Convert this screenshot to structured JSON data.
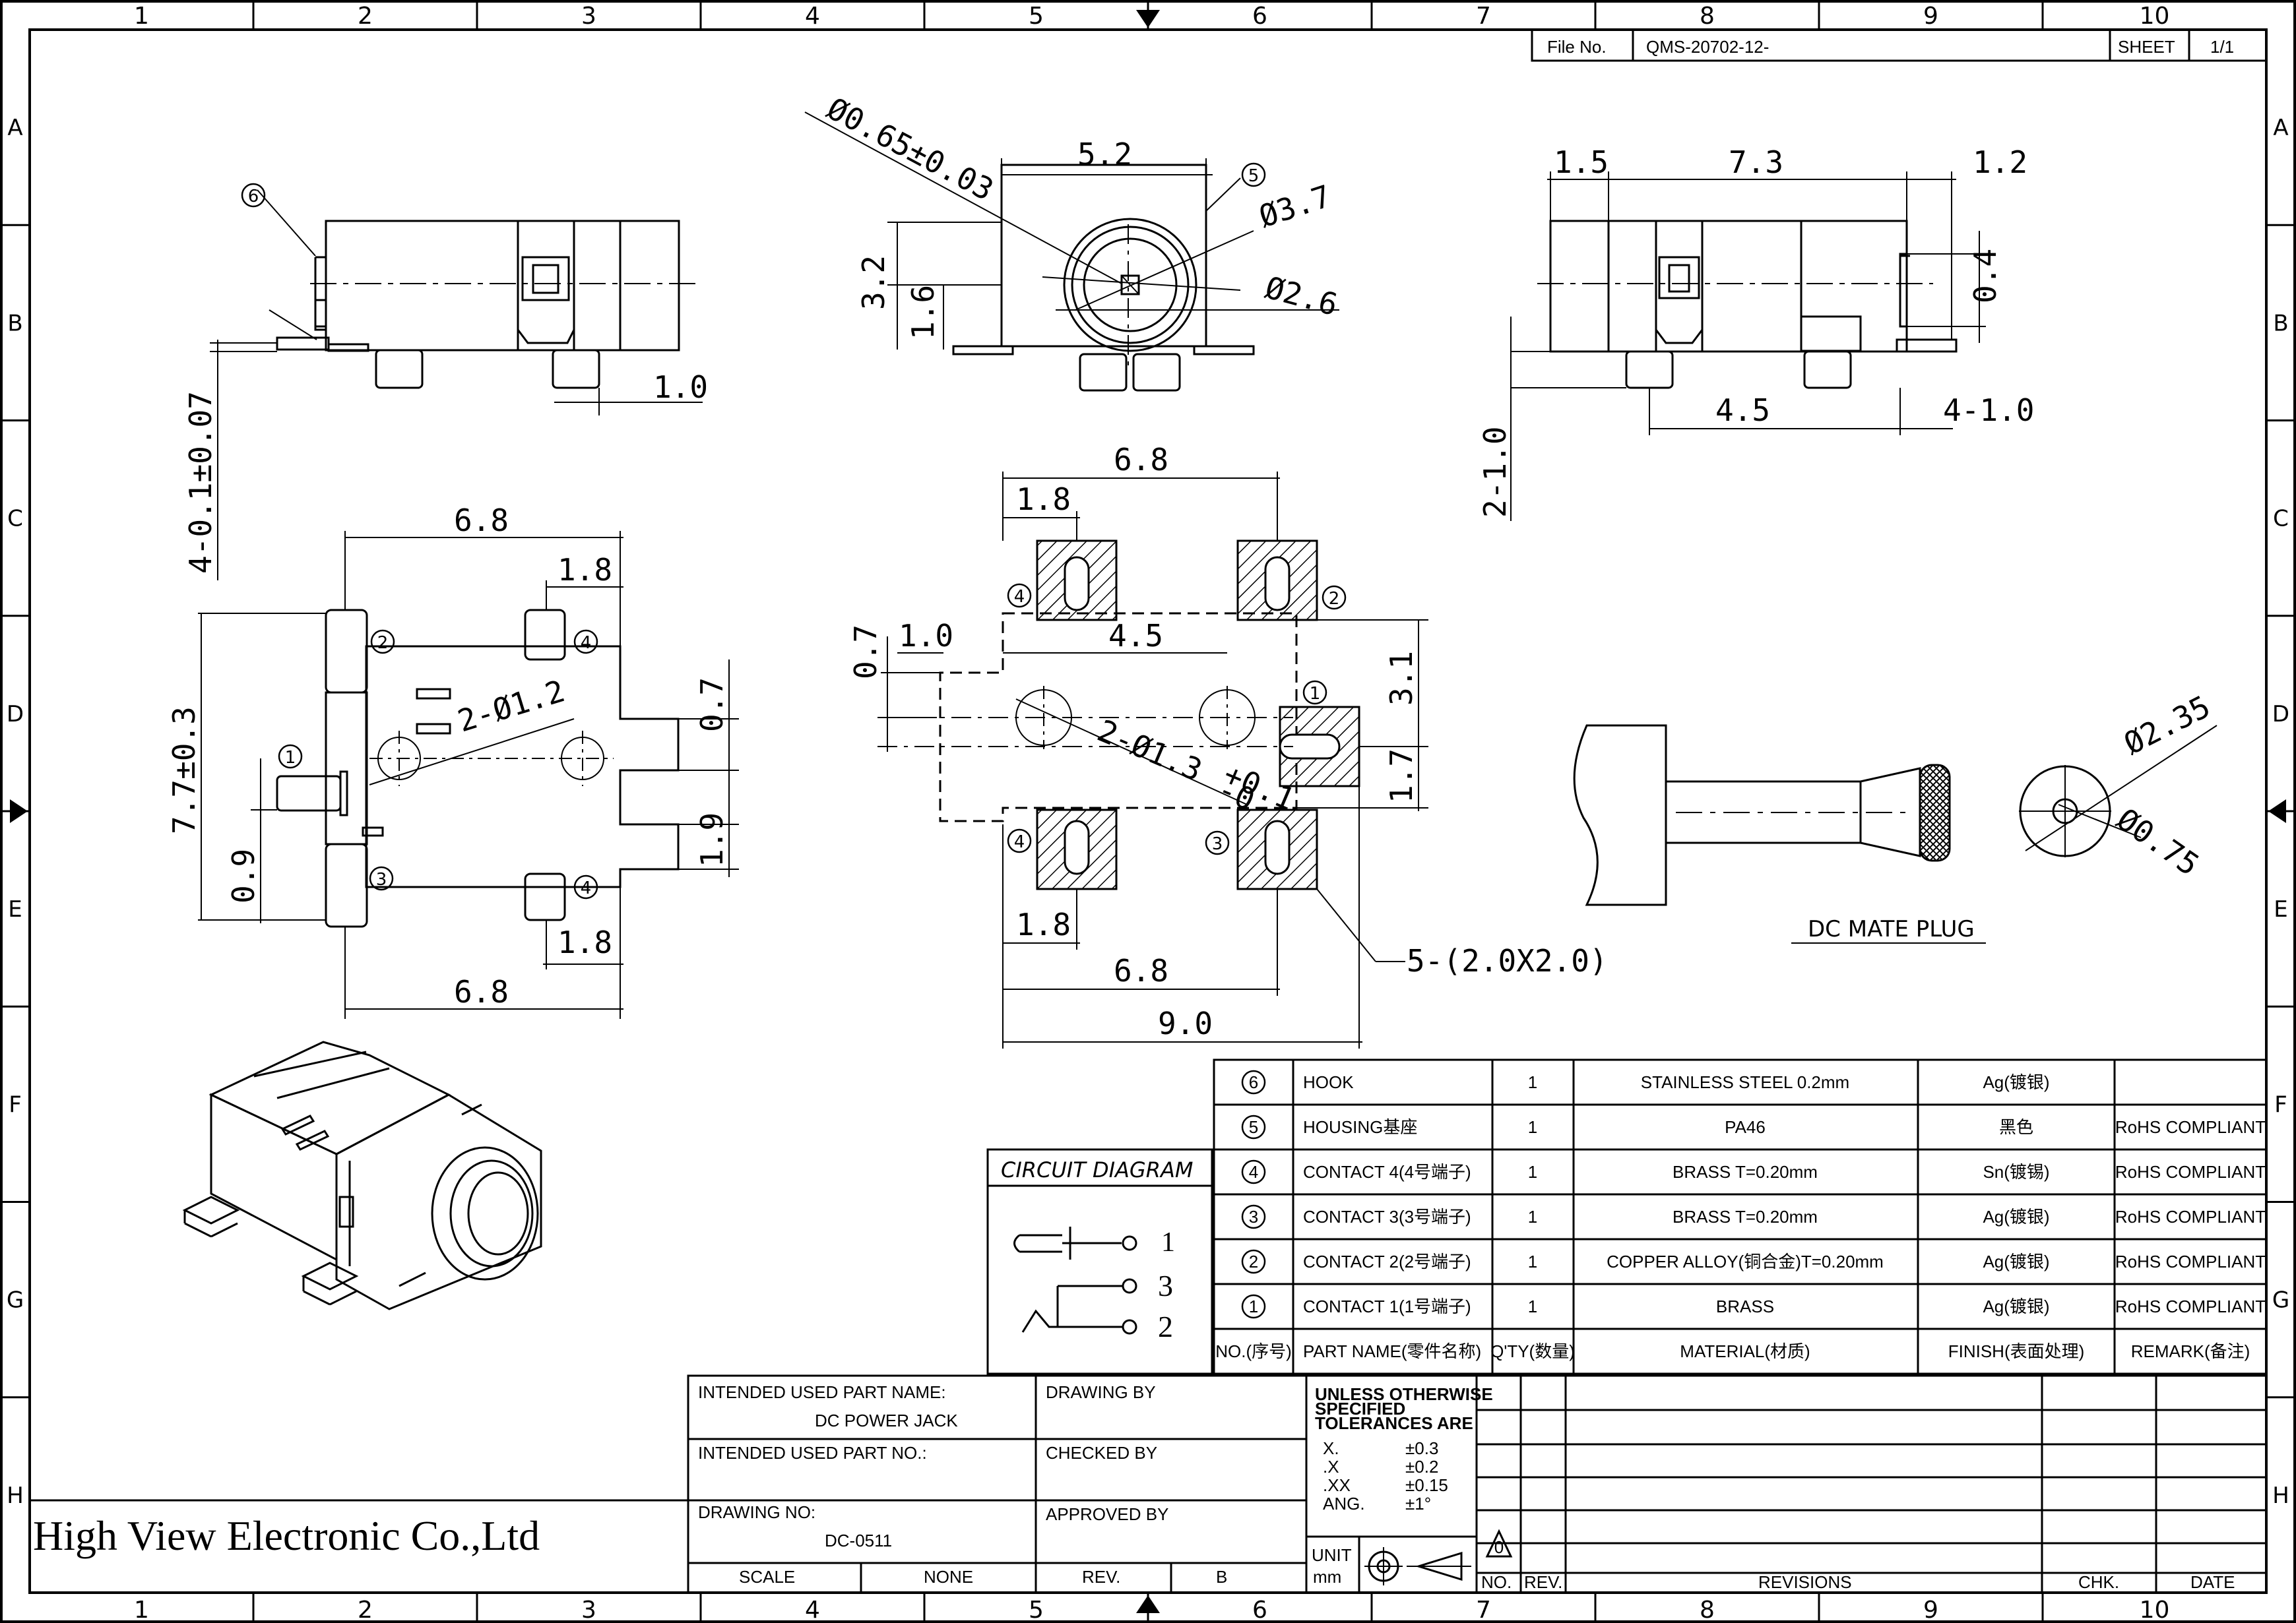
{
  "zone_numbers": [
    "1",
    "2",
    "3",
    "4",
    "5",
    "6",
    "7",
    "8",
    "9",
    "10"
  ],
  "zone_letters": [
    "A",
    "B",
    "C",
    "D",
    "E",
    "F",
    "G",
    "H"
  ],
  "header": {
    "file_no_label": "File No.",
    "file_no": "QMS-20702-12-",
    "sheet_label": "SHEET",
    "sheet": "1/1"
  },
  "dims": {
    "side_hook": "6",
    "side_bottom": "1.0",
    "side_vert": "4-0.1±0.07",
    "front_hole": "Ø0.65±0.03",
    "front_w": "5.2",
    "front_part": "5",
    "front_d1": "Ø3.7",
    "front_d2": "Ø2.6",
    "front_h1": "3.2",
    "front_h2": "1.6",
    "right_w1": "1.5",
    "right_w2": "7.3",
    "right_w3": "1.2",
    "right_h": "0.4",
    "right_b1": "4.5",
    "right_b2": "4-1.0",
    "right_v": "2-1.0",
    "top_w1": "6.8",
    "top_w2": "1.8",
    "top_h": "7.7±0.3",
    "top_holes": "2-Ø1.2",
    "top_h2": "0.7",
    "top_h3": "1.9",
    "top_h4": "0.9",
    "top_b1": "1.8",
    "top_b2": "6.8",
    "pcb_w1": "6.8",
    "pcb_w2": "1.8",
    "pcb_h1": "0.7",
    "pcb_h2": "1.0",
    "pcb_w3": "4.5",
    "pcb_v1": "3.1",
    "pcb_v2": "1.7",
    "pcb_holes": "2-Ø1.3",
    "pcb_tol_up": "+0.1",
    "pcb_tol_dn": "-0",
    "pcb_b1": "1.8",
    "pcb_b2": "6.8",
    "pcb_b3": "9.0",
    "pcb_pads": "5-(2.0X2.0)",
    "plug_d1": "Ø2.35",
    "plug_d2": "Ø0.75",
    "plug_title": "DC MATE PLUG"
  },
  "circles": [
    "1",
    "2",
    "3",
    "4",
    "5",
    "6"
  ],
  "circuit": {
    "title": "CIRCUIT DIAGRAM",
    "pins": [
      "1",
      "3",
      "2"
    ]
  },
  "bom": {
    "rows": [
      {
        "no": "6",
        "name": "HOOK",
        "qty": "1",
        "material": "STAINLESS STEEL 0.2mm",
        "finish": "Ag(镀银)",
        "remark": ""
      },
      {
        "no": "5",
        "name": "HOUSING基座",
        "qty": "1",
        "material": "PA46",
        "finish": "黑色",
        "remark": "RoHS COMPLIANT"
      },
      {
        "no": "4",
        "name": "CONTACT 4(4号端子)",
        "qty": "1",
        "material": "BRASS T=0.20mm",
        "finish": "Sn(镀锡)",
        "remark": "RoHS COMPLIANT"
      },
      {
        "no": "3",
        "name": "CONTACT 3(3号端子)",
        "qty": "1",
        "material": "BRASS T=0.20mm",
        "finish": "Ag(镀银)",
        "remark": "RoHS COMPLIANT"
      },
      {
        "no": "2",
        "name": "CONTACT 2(2号端子)",
        "qty": "1",
        "material": "COPPER ALLOY(铜合金)T=0.20mm",
        "finish": "Ag(镀银)",
        "remark": "RoHS COMPLIANT"
      },
      {
        "no": "1",
        "name": "CONTACT 1(1号端子)",
        "qty": "1",
        "material": "BRASS",
        "finish": "Ag(镀银)",
        "remark": "RoHS COMPLIANT"
      }
    ],
    "header": {
      "no": "NO.(序号)",
      "name": "PART NAME(零件名称)",
      "qty": "Q'TY(数量)",
      "material": "MATERIAL(材质)",
      "finish": "FINISH(表面处理)",
      "remark": "REMARK(备注)"
    }
  },
  "title_block": {
    "part_name_label": "INTENDED USED PART NAME:",
    "part_name": "DC POWER JACK",
    "part_no_label": "INTENDED USED PART NO.:",
    "drawing_no_label": "DRAWING NO:",
    "drawing_no": "DC-0511",
    "scale_label": "SCALE",
    "scale": "NONE",
    "rev_label": "REV.",
    "rev": "B",
    "drawing_by": "DRAWING BY",
    "checked_by": "CHECKED BY",
    "approved_by": "APPROVED BY",
    "tol_title": [
      "UNLESS OTHERWISE",
      "SPECIFIED",
      "TOLERANCES ARE"
    ],
    "tol": [
      [
        "X.",
        "±0.3"
      ],
      [
        ".X",
        "±0.2"
      ],
      [
        ".XX",
        "±0.15"
      ],
      [
        "ANG.",
        "±1°"
      ]
    ],
    "unit_label": "UNIT",
    "unit": "mm",
    "rev_no": "NO.",
    "rev_rev": "REV.",
    "revisions": "REVISIONS",
    "chk": "CHK.",
    "date": "DATE",
    "rev_mark": "0"
  },
  "company": "High View Electronic Co.,Ltd"
}
